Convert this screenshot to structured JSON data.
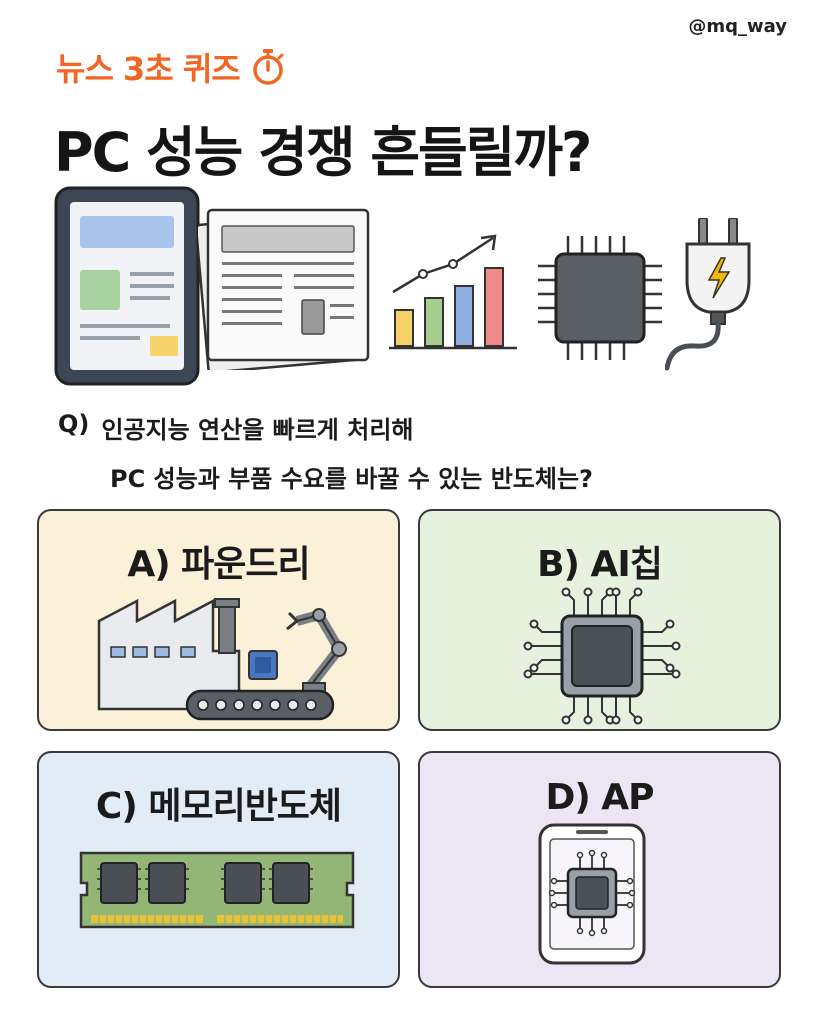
{
  "handle": "@mq_way",
  "header": {
    "eyebrow": "뉴스 3초 퀴즈",
    "eyebrow_icon": "stopwatch-icon",
    "title": "PC 성능 경쟁 흔들릴까?"
  },
  "hero_icons": [
    "tablet-icon",
    "newspaper-icon",
    "growth-chart-icon",
    "chip-icon",
    "power-plug-icon"
  ],
  "question": {
    "prefix": "Q)",
    "line1": "인공지능 연산을 빠르게 처리해",
    "line2": "PC 성능과 부품 수요를 바꿀 수 있는 반도체는?"
  },
  "options": [
    {
      "label": "A) 파운드리",
      "icon": "factory-icon",
      "bg": "#fbf1d8"
    },
    {
      "label": "B) AI칩",
      "icon": "ai-chip-icon",
      "bg": "#e7f2de"
    },
    {
      "label": "C) 메모리반도체",
      "icon": "memory-module-icon",
      "bg": "#e2ecf7"
    },
    {
      "label": "D) AP",
      "icon": "smartphone-chip-icon",
      "bg": "#ece5f4"
    }
  ],
  "colors": {
    "accent": "#f26522",
    "text": "#1b1b1b"
  }
}
